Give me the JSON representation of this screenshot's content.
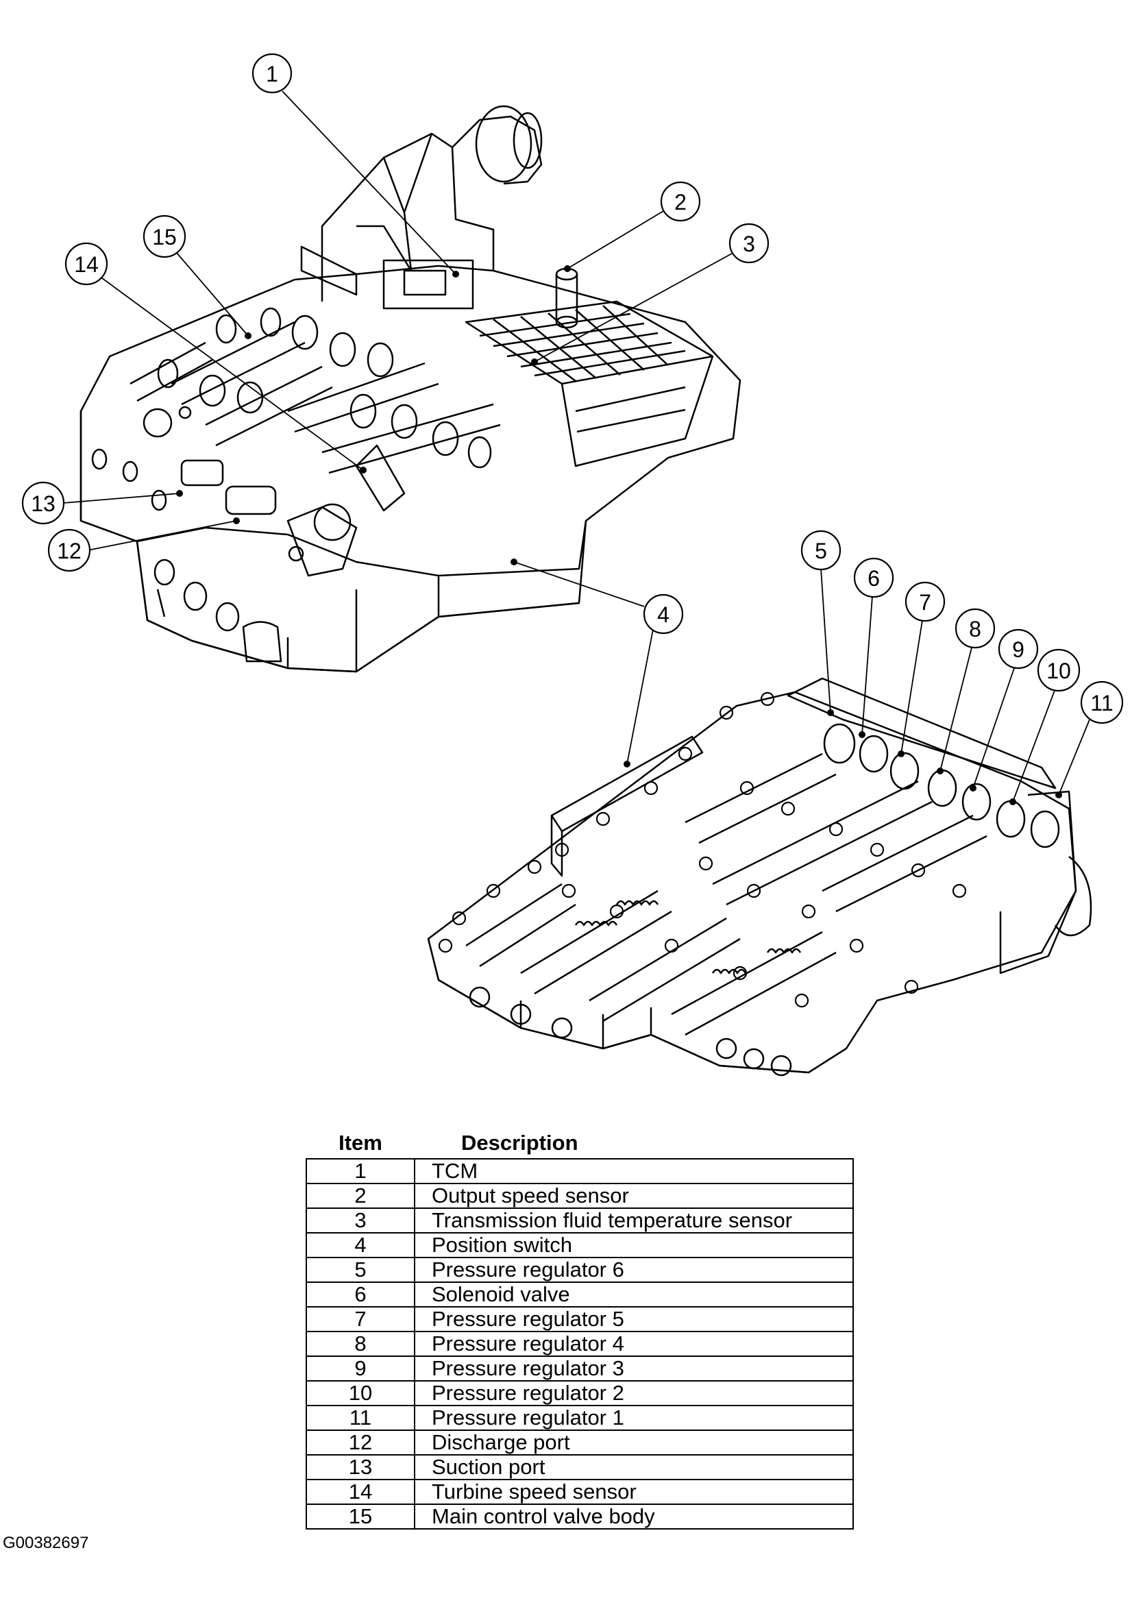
{
  "figure_id": "G00382697",
  "callouts": [
    "1",
    "2",
    "3",
    "4",
    "5",
    "6",
    "7",
    "8",
    "9",
    "10",
    "11",
    "12",
    "13",
    "14",
    "15"
  ],
  "table": {
    "headers": {
      "item": "Item",
      "description": "Description"
    },
    "rows": [
      {
        "item": "1",
        "description": "TCM"
      },
      {
        "item": "2",
        "description": "Output speed sensor"
      },
      {
        "item": "3",
        "description": "Transmission fluid temperature sensor"
      },
      {
        "item": "4",
        "description": "Position switch"
      },
      {
        "item": "5",
        "description": "Pressure regulator 6"
      },
      {
        "item": "6",
        "description": "Solenoid valve"
      },
      {
        "item": "7",
        "description": "Pressure regulator 5"
      },
      {
        "item": "8",
        "description": "Pressure regulator 4"
      },
      {
        "item": "9",
        "description": "Pressure regulator 3"
      },
      {
        "item": "10",
        "description": "Pressure regulator 2"
      },
      {
        "item": "11",
        "description": "Pressure regulator 1"
      },
      {
        "item": "12",
        "description": "Discharge port"
      },
      {
        "item": "13",
        "description": "Suction port"
      },
      {
        "item": "14",
        "description": "Turbine speed sensor"
      },
      {
        "item": "15",
        "description": "Main control valve body"
      }
    ]
  }
}
